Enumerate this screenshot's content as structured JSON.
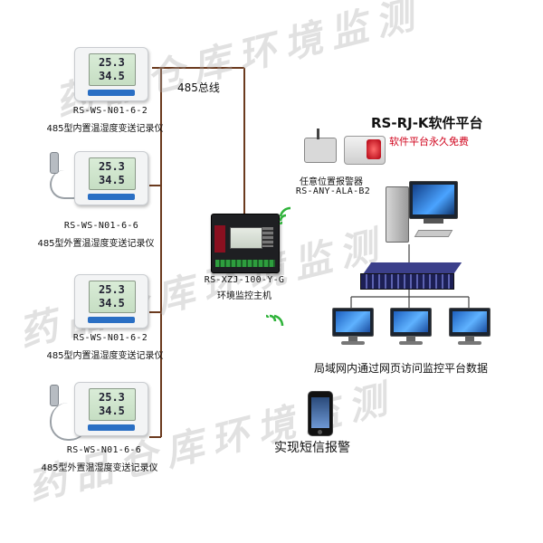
{
  "bus_label": "485总线",
  "sensors": [
    {
      "model": "RS-WS-N01-6-2",
      "desc": "485型内置温湿度变送记录仪",
      "temp": "25.3",
      "hum": "34.5"
    },
    {
      "model": "RS-WS-N01-6-6",
      "desc": "485型外置温湿度变送记录仪",
      "temp": "25.3",
      "hum": "34.5"
    },
    {
      "model": "RS-WS-N01-6-2",
      "desc": "485型内置温湿度变送记录仪",
      "temp": "25.3",
      "hum": "34.5"
    },
    {
      "model": "RS-WS-N01-6-6",
      "desc": "485型外置温湿度变送记录仪",
      "temp": "25.3",
      "hum": "34.5"
    }
  ],
  "host": {
    "model": "RS-XZJ-100-Y-G",
    "desc": "环境监控主机"
  },
  "alarm": {
    "desc": "任意位置报警器",
    "model": "RS-ANY-ALA-B2"
  },
  "platform": {
    "title": "RS-RJ-K软件平台",
    "subtitle": "软件平台永久免费"
  },
  "lan_label": "局域网内通过网页访问监控平台数据",
  "sms_label": "实现短信报警",
  "watermark": [
    "药品仓库环境监测",
    "药品仓库环境监测",
    "药品仓库环境监测"
  ],
  "colors": {
    "bus_line": "#6b3a1e",
    "subtitle_red": "#d0021b",
    "wifi_green": "#2fb33a",
    "network_line": "#444444"
  }
}
